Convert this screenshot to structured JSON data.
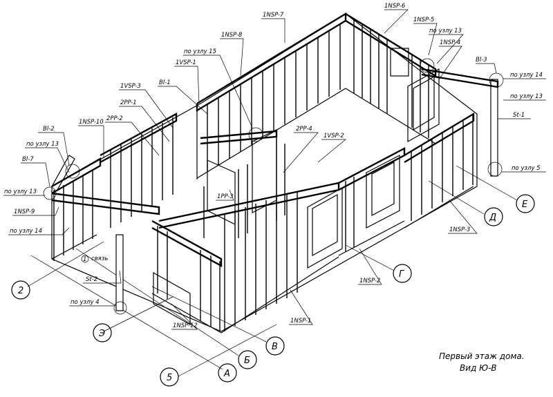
{
  "labels": {
    "nsp7": "1NSP-7",
    "nsp6": "1NSP-6",
    "nsp5": "1NSP-5",
    "nsp8": "1NSP-8",
    "nsp4": "1NSP-4",
    "nsp10": "1NSP-10",
    "nsp9": "1NSP-9",
    "nsp3": "1NSP-3",
    "nsp2": "1NSP-2",
    "nsp1": "1NSP-1",
    "nsp12": "1NSP-12",
    "vsp1": "1VSP-1",
    "vsp2": "1VSP-2",
    "vsp3": "1VSP-3",
    "pp1": "2PP-1",
    "pp2": "2PP-2",
    "pp4": "2PP-4",
    "pp3": "1PP-3",
    "bl1": "Bl-1",
    "bl2": "Bl-2",
    "bl3": "Bl-3",
    "bl7": "Bl-7",
    "st1": "St-1",
    "st2": "St-2",
    "node13a": "по узлу 13",
    "node13b": "по узлу 13",
    "node13c": "по узлу 13",
    "node13d": "по узлу 13",
    "node15": "по узлу 15",
    "node14a": "по узлу 14",
    "node14b": "по узлу 14",
    "node5": "по узлу 5",
    "node4": "по узлу 4",
    "svyaz": "связь",
    "svyaz_num": "1"
  },
  "axes": {
    "e": "Е",
    "d": "Д",
    "g": "Г",
    "v": "В",
    "b": "Б",
    "a": "А",
    "z": "Э",
    "n2": "2",
    "n5": "5"
  },
  "caption": {
    "line1": "Первый этаж дома.",
    "line2": "Вид Ю-В"
  }
}
